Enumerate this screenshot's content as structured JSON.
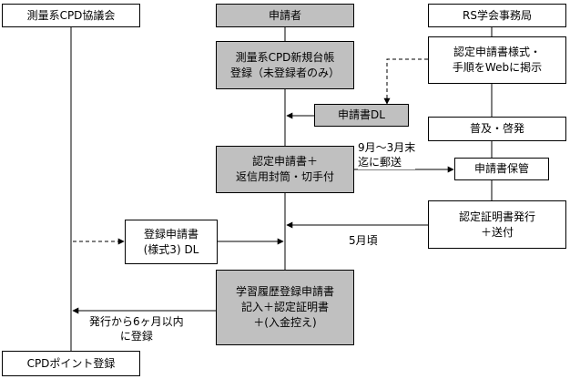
{
  "columns": {
    "council": "測量系CPD協議会",
    "applicant": "申請者",
    "secretariat": "RS学会事務局"
  },
  "boxes": {
    "new_registration": "測量系CPD新規台帳\n登録（未登録者のみ）",
    "application_dl": "申請書DL",
    "certification_application": "認定申請書＋\n返信用封筒・切手付",
    "registration_form_dl": "登録申請書\n(様式3) DL",
    "learning_history": "学習履歴登録申請書\n記入＋認定証明書\n＋(入金控え)",
    "form_publish": "認定申請書様式・\n手順をWebに掲示",
    "promotion": "普及・啓発",
    "storage": "申請書保管",
    "certificate_issue": "認定証明書発行\n＋送付",
    "cpd_point": "CPDポイント登録"
  },
  "labels": {
    "mail_period": "9月～3月末\n迄に郵送",
    "may": "5月頃",
    "within_six_months": "発行から6ヶ月以内\nに登録"
  },
  "colors": {
    "header_fill": "#c0c0c0",
    "gray_box_fill": "#c0c0c0",
    "line": "#000000"
  }
}
